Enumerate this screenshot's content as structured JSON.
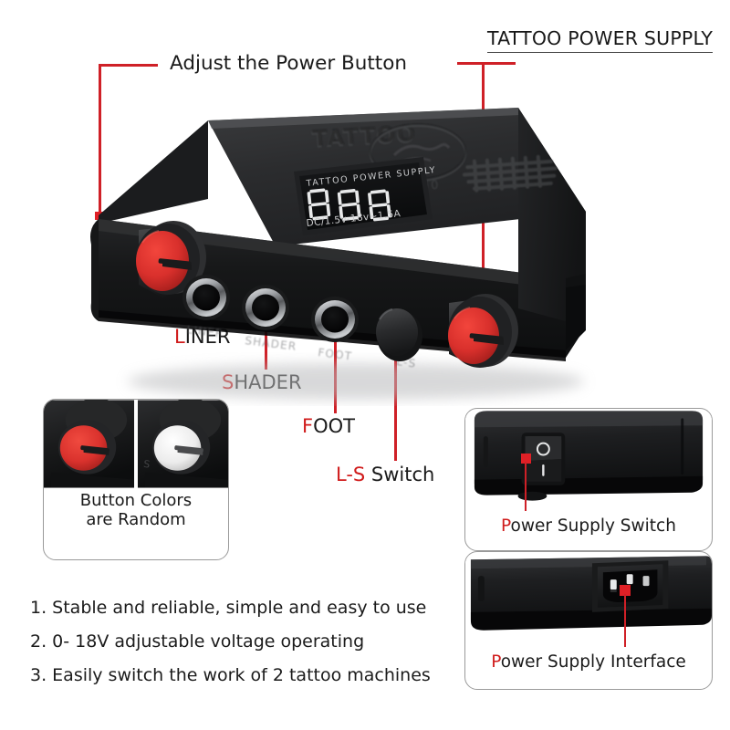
{
  "title": "TATTOO POWER SUPPLY",
  "callouts": {
    "adjust": {
      "text": "Adjust the Power Button",
      "highlight": ""
    },
    "liner": {
      "highlight": "L",
      "rest": "INER"
    },
    "shader": {
      "highlight": "S",
      "rest": "HADER"
    },
    "foot": {
      "highlight": "F",
      "rest": "OOT"
    },
    "ls_switch": {
      "highlight": "L-S",
      "rest": " Switch"
    }
  },
  "device": {
    "brand_emboss": "TATTOO",
    "brand_emboss_since": "SINCE 2000",
    "display_label": "TATTOO POWER SUPPLY",
    "display_digits": "8.8.8.",
    "display_rating": "DC/1.5v-18v~1.5A",
    "port_labels": [
      "LINER",
      "SHADER",
      "FOOT"
    ],
    "knob_label_ls": "L-S"
  },
  "panels": {
    "colors": {
      "caption_line1": "Button Colors",
      "caption_line2": "are Random",
      "left_knob_color": "#e0332f",
      "right_knob_color": "#efefef"
    },
    "switch": {
      "caption_highlight": "P",
      "caption_rest": "ower Supply Switch",
      "rocker_off_mark": "O",
      "rocker_on_mark": "I"
    },
    "inlet": {
      "caption_highlight": "P",
      "caption_rest": "ower Supply Interface"
    }
  },
  "features": [
    "1. Stable and reliable, simple and easy to use",
    "2. 0- 18V adjustable voltage operating",
    "3. Easily switch the work of 2 tattoo machines"
  ],
  "colors": {
    "accent_red": "#cf2027",
    "marker_red": "#e02026",
    "text_dark": "#1b1b1b",
    "panel_border": "#9a9a9a"
  }
}
